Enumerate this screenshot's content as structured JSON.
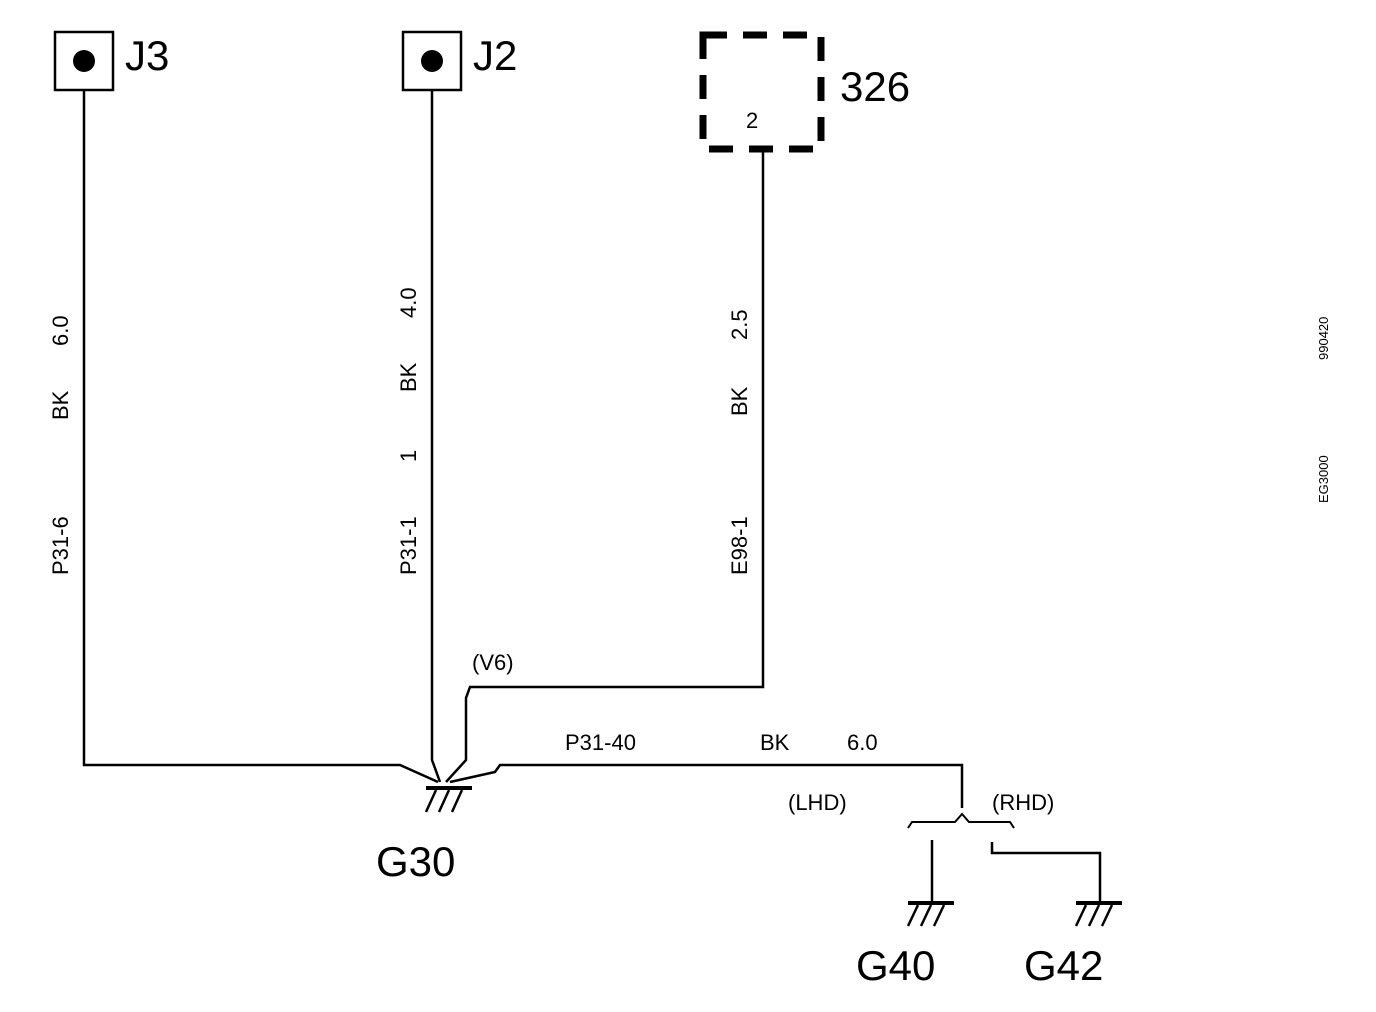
{
  "connectors": {
    "j3": "J3",
    "j2": "J2",
    "c326": "326",
    "c326_pin": "2"
  },
  "grounds": {
    "g30": "G30",
    "g40": "G40",
    "g42": "G42"
  },
  "wires": {
    "w_j3": {
      "pin": "P31-6",
      "color": "BK",
      "size": "6.0"
    },
    "w_j2": {
      "pin": "P31-1",
      "seg": "1",
      "color": "BK",
      "size": "4.0"
    },
    "w_326": {
      "pin": "E98-1",
      "color": "BK",
      "size": "2.5"
    },
    "w_g30": {
      "pin": "P31-40",
      "color": "BK",
      "size": "6.0"
    }
  },
  "variants": {
    "v6": "(V6)",
    "lhd": "(LHD)",
    "rhd": "(RHD)"
  },
  "codes": {
    "code1": "990420",
    "code2": "EG3000"
  }
}
